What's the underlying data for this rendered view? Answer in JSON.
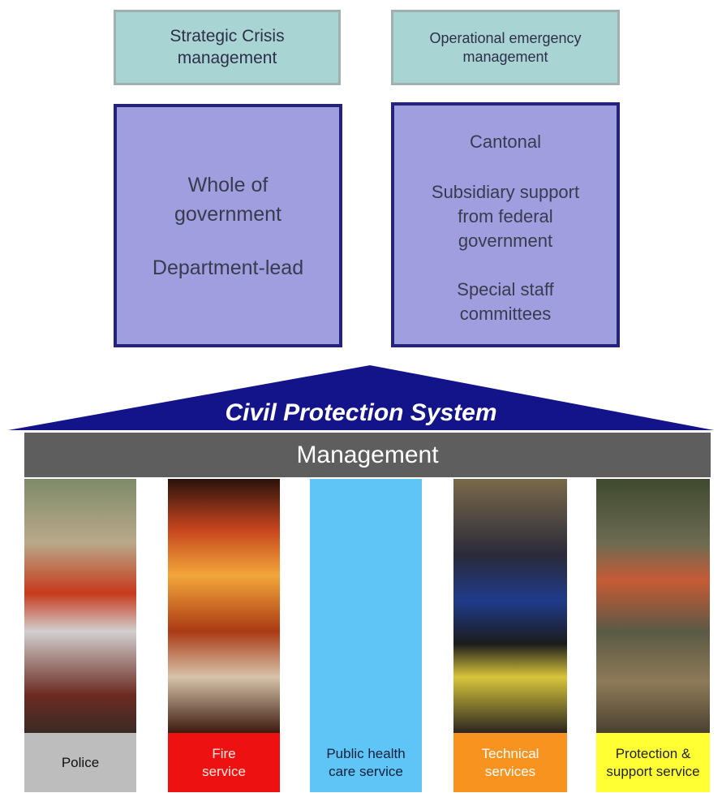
{
  "header": {
    "left": [
      "Strategic Crisis",
      "management"
    ],
    "right": [
      "Operational emergency",
      "management"
    ]
  },
  "strategic_box": {
    "line1": "Whole of",
    "line2": "government",
    "line3": "Department-lead"
  },
  "operational_box": {
    "line1": "Cantonal",
    "line2": "Subsidiary support",
    "line3": "from federal",
    "line4": "government",
    "line5": "Special staff",
    "line6": "committees"
  },
  "roof": {
    "title": "Civil Protection System",
    "color": "#13138a"
  },
  "management": {
    "label": "Management"
  },
  "pillars": [
    {
      "label_lines": [
        "Police"
      ],
      "color": "#bdbdbd"
    },
    {
      "label_lines": [
        "Fire",
        "service"
      ],
      "color": "#ee1111"
    },
    {
      "label_lines": [
        "Public health",
        "care service"
      ],
      "color": "#5fc5f6"
    },
    {
      "label_lines": [
        "Technical",
        "services"
      ],
      "color": "#f7931e"
    },
    {
      "label_lines": [
        "Protection &",
        "support service"
      ],
      "color": "#ffff33"
    }
  ]
}
